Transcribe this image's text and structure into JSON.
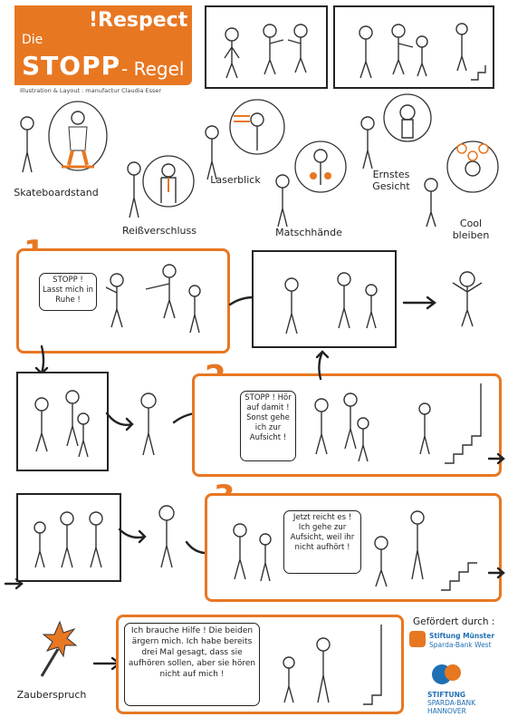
{
  "header": {
    "logo": "!Respect",
    "title_prefix": "Die",
    "title_main": "STOPP",
    "title_suffix": "- Regel",
    "credit": "Illustration & Layout : manufactur Claudia Esser"
  },
  "techniques": [
    {
      "label": "Skateboardstand"
    },
    {
      "label": "Reißverschluss"
    },
    {
      "label": "Laserblick"
    },
    {
      "label": "Matschhände"
    },
    {
      "label": "Ernstes Gesicht"
    },
    {
      "label": "Cool bleiben"
    }
  ],
  "steps": [
    {
      "number": "1",
      "speech": "STOPP ! Lasst mich in Ruhe !"
    },
    {
      "number": "2",
      "speech": "STOPP ! Hör auf damit ! Sonst gehe ich zur Aufsicht !"
    },
    {
      "number": "3",
      "speech": "Jetzt reicht es ! Ich gehe zur Aufsicht, weil ihr nicht aufhört !"
    }
  ],
  "magic": {
    "label": "Zauberspruch",
    "speech": "Ich brauche Hilfe ! Die beiden ärgern mich. Ich habe bereits drei Mal gesagt, dass sie aufhören sollen, aber sie hören nicht auf mich !"
  },
  "sponsors": {
    "heading": "Gefördert durch :",
    "sponsor1_line1": "Stiftung Münster",
    "sponsor1_line2": "Sparda-Bank West",
    "sponsor2_line1": "STIFTUNG",
    "sponsor2_line2": "SPARDA-BANK",
    "sponsor2_line3": "HANNOVER"
  },
  "colors": {
    "accent": "#e87722",
    "ink": "#222222",
    "blue": "#1f6fb4"
  }
}
